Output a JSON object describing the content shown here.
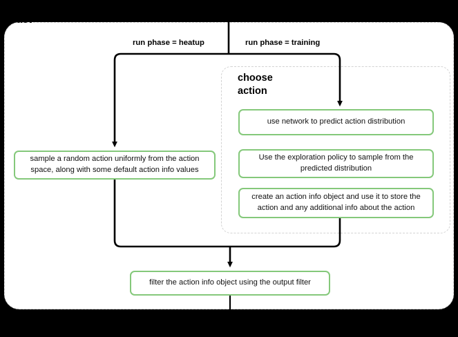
{
  "diagram": {
    "title": "act",
    "background_color": "#000000",
    "panel_color": "#ffffff",
    "accent_color": "#84c87a",
    "edge_color": "#000000",
    "group_border_color": "#d2d2d2"
  },
  "group": {
    "title": "choose\naction",
    "title_line1": "choose",
    "title_line2": "action"
  },
  "edges": {
    "heatup_label": "run phase = heatup",
    "training_label": "run phase = training"
  },
  "nodes": {
    "sample_random": "sample a random action uniformly from the action space, along with some default action info values",
    "use_network": "use network to predict action distribution",
    "exploration_policy": "Use the exploration policy to sample from the predicted distribution",
    "create_action_info": "create an action info object and use it to store the action and any additional info about the action",
    "filter_action_info": "filter the action info object using the output filter"
  }
}
